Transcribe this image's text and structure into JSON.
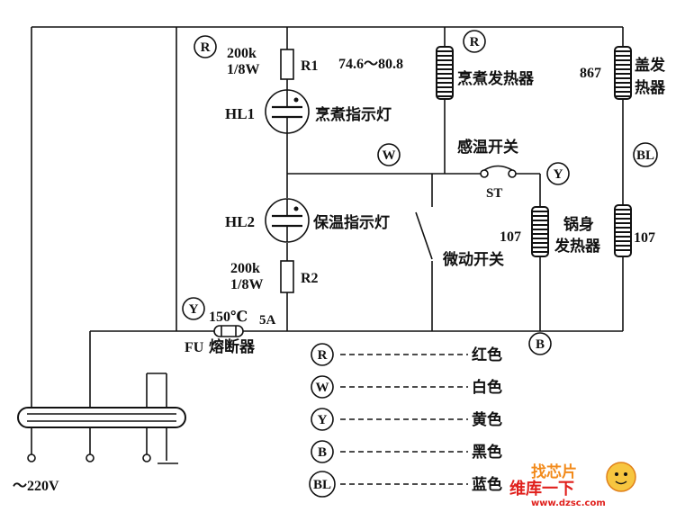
{
  "components": {
    "r1": {
      "value": "200k",
      "power": "1/8W",
      "name": "R1"
    },
    "r2": {
      "value": "200k",
      "power": "1/8W",
      "name": "R2"
    },
    "hl1": {
      "name": "HL1",
      "label": "烹煮指示灯"
    },
    "hl2": {
      "name": "HL2",
      "label": "保温指示灯"
    },
    "cook_heater": {
      "range": "74.6～80.8",
      "label": "烹煮发热器"
    },
    "lid_heater": {
      "value": "867",
      "label_line1": "盖发",
      "label_line2": "热器"
    },
    "thermo_switch": {
      "label": "感温开关",
      "name": "ST"
    },
    "micro_switch": {
      "label": "微动开关",
      "value": "107"
    },
    "pot_heater": {
      "label_line1": "锅身",
      "label_line2": "发热器",
      "value": "107"
    },
    "fuse": {
      "name": "FU",
      "label": "熔断器",
      "rating_temp": "150℃",
      "rating_current": "5A"
    },
    "supply": {
      "label": "～220V"
    }
  },
  "wire_tags": {
    "r_top": "R",
    "r_heater": "R",
    "w_mid": "W",
    "y_switch": "Y",
    "y_fuse": "Y",
    "bl_right": "BL",
    "b_bottom": "B"
  },
  "legend": [
    {
      "code": "R",
      "color": "红色"
    },
    {
      "code": "W",
      "color": "白色"
    },
    {
      "code": "Y",
      "color": "黄色"
    },
    {
      "code": "B",
      "color": "黑色"
    },
    {
      "code": "BL",
      "color": "蓝色"
    }
  ],
  "watermark": {
    "line1": "找芯片",
    "line2": "维库一下",
    "url": "www.dzsc.com"
  },
  "colors": {
    "ink": "#111111",
    "watermark_red": "#e0201c",
    "watermark_orange": "#f28a1a"
  }
}
